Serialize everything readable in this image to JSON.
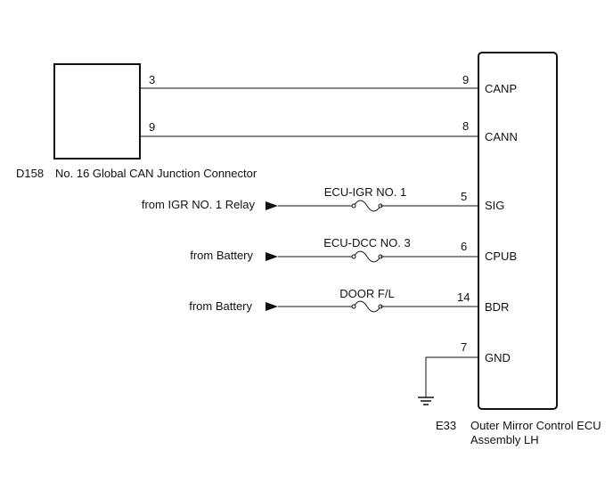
{
  "connector_d158": {
    "code": "D158",
    "name": "No. 16 Global CAN Junction Connector",
    "pins": [
      "3",
      "9"
    ]
  },
  "ecu_e33": {
    "code": "E33",
    "name_line1": "Outer Mirror Control ECU",
    "name_line2": "Assembly LH"
  },
  "wires": [
    {
      "ecu_pin": "9",
      "ecu_terminal": "CANP",
      "source_pin": "3"
    },
    {
      "ecu_pin": "8",
      "ecu_terminal": "CANN",
      "source_pin": "9"
    },
    {
      "ecu_pin": "5",
      "ecu_terminal": "SIG",
      "source": "from IGR NO. 1 Relay",
      "fuse": "ECU-IGR NO. 1"
    },
    {
      "ecu_pin": "6",
      "ecu_terminal": "CPUB",
      "source": "from Battery",
      "fuse": "ECU-DCC NO. 3"
    },
    {
      "ecu_pin": "14",
      "ecu_terminal": "BDR",
      "source": "from Battery",
      "fuse": "DOOR F/L"
    },
    {
      "ecu_pin": "7",
      "ecu_terminal": "GND"
    }
  ],
  "colors": {
    "line": "#111111",
    "background": "#ffffff"
  },
  "icons": {
    "ground": "ground-symbol-icon",
    "fuse": "fuse-icon",
    "arrow": "arrow-right-icon"
  }
}
